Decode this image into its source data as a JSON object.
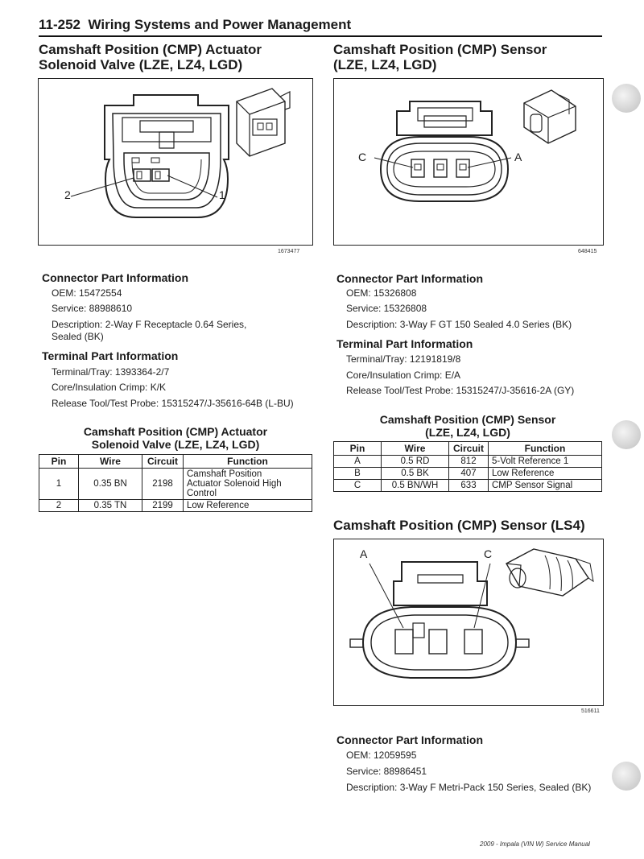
{
  "header": {
    "page_number": "11-252",
    "section": "Wiring Systems and Power Management"
  },
  "left": {
    "title_line1": "Camshaft Position (CMP) Actuator",
    "title_line2": "Solenoid Valve (LZE, LZ4, LGD)",
    "figure": {
      "id": "1673477",
      "callout_left": "2",
      "callout_right": "1"
    },
    "connector": {
      "heading": "Connector Part Information",
      "oem": "OEM: 15472554",
      "service": "Service: 88988610",
      "description_line1": "Description: 2-Way F Receptacle 0.64 Series,",
      "description_line2": "Sealed (BK)"
    },
    "terminal": {
      "heading": "Terminal Part Information",
      "tray": "Terminal/Tray: 1393364-2/7",
      "crimp": "Core/Insulation Crimp: K/K",
      "tool": "Release Tool/Test Probe: 15315247/J-35616-64B (L-BU)"
    },
    "table": {
      "title_line1": "Camshaft Position (CMP) Actuator",
      "title_line2": "Solenoid Valve (LZE, LZ4, LGD)",
      "headers": [
        "Pin",
        "Wire",
        "Circuit",
        "Function"
      ],
      "rows": [
        {
          "pin": "1",
          "wire": "0.35 BN",
          "circuit": "2198",
          "function_line1": "Camshaft Position",
          "function_line2": "Actuator Solenoid High",
          "function_line3": "Control"
        },
        {
          "pin": "2",
          "wire": "0.35 TN",
          "circuit": "2199",
          "function_line1": "Low Reference"
        }
      ]
    }
  },
  "right": {
    "title_line1": "Camshaft Position (CMP) Sensor",
    "title_line2": "(LZE, LZ4, LGD)",
    "figure": {
      "id": "648415",
      "callout_left": "C",
      "callout_right": "A"
    },
    "connector": {
      "heading": "Connector Part Information",
      "oem": "OEM: 15326808",
      "service": "Service: 15326808",
      "description": "Description: 3-Way F GT 150 Sealed 4.0 Series (BK)"
    },
    "terminal": {
      "heading": "Terminal Part Information",
      "tray": "Terminal/Tray: 12191819/8",
      "crimp": "Core/Insulation Crimp: E/A",
      "tool": "Release Tool/Test Probe: 15315247/J-35616-2A (GY)"
    },
    "table": {
      "title_line1": "Camshaft Position (CMP) Sensor",
      "title_line2": "(LZE, LZ4, LGD)",
      "headers": [
        "Pin",
        "Wire",
        "Circuit",
        "Function"
      ],
      "rows": [
        {
          "pin": "A",
          "wire": "0.5 RD",
          "circuit": "812",
          "function": "5-Volt Reference 1"
        },
        {
          "pin": "B",
          "wire": "0.5 BK",
          "circuit": "407",
          "function": "Low Reference"
        },
        {
          "pin": "C",
          "wire": "0.5 BN/WH",
          "circuit": "633",
          "function": "CMP Sensor Signal"
        }
      ]
    },
    "ls4": {
      "title": "Camshaft Position (CMP) Sensor (LS4)",
      "figure": {
        "id": "516611",
        "callout_left": "A",
        "callout_right": "C"
      },
      "connector": {
        "heading": "Connector Part Information",
        "oem": "OEM: 12059595",
        "service": "Service: 88986451",
        "description": "Description: 3-Way F Metri-Pack 150 Series, Sealed (BK)"
      }
    }
  },
  "footer": {
    "text": "2009 - Impala (VIN W) Service Manual"
  }
}
